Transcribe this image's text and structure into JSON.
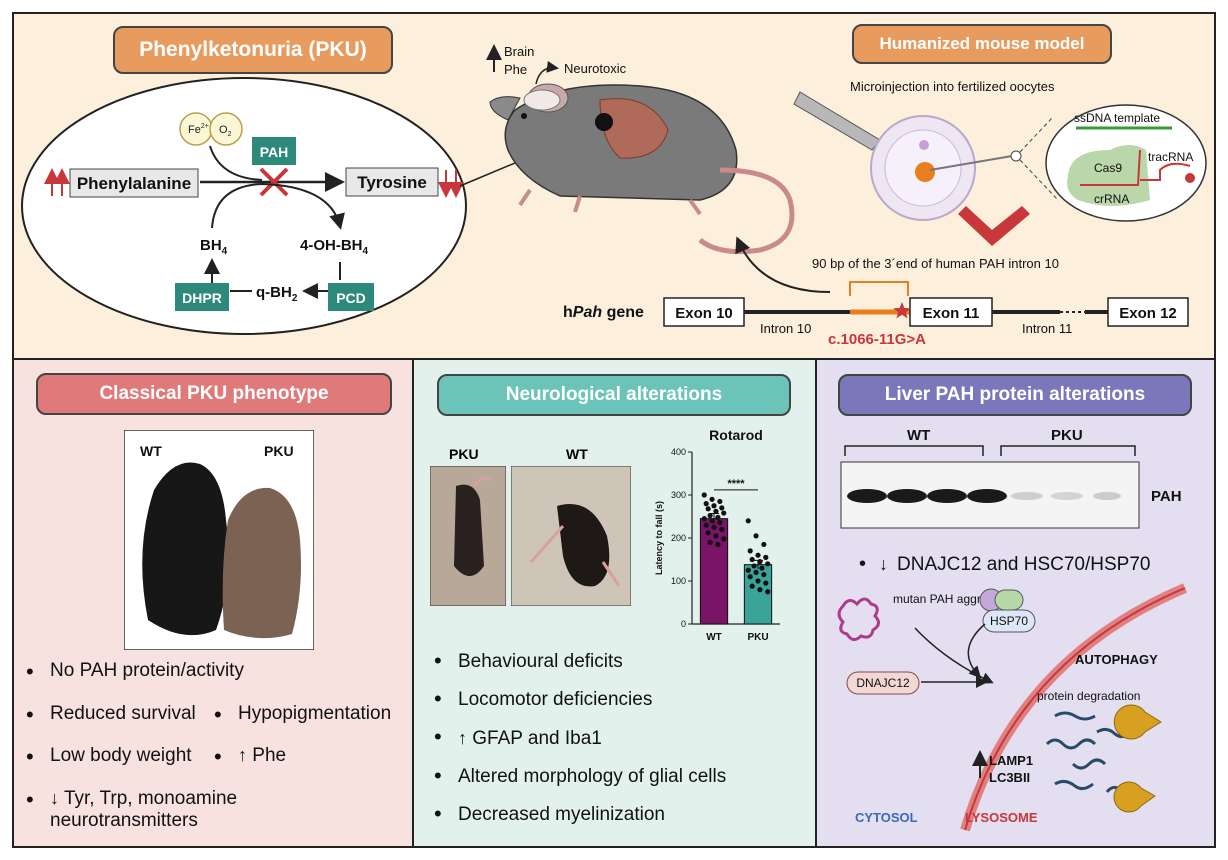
{
  "top": {
    "pku_title": "Phenylketonuria (PKU)",
    "humanized_title": "Humanized mouse model",
    "cofactor_fe": "Fe",
    "cofactor_fe_sup": "2+",
    "cofactor_o2": "O",
    "cofactor_o2_sub": "2",
    "pah_box": "PAH",
    "phenylalanine": "Phenylalanine",
    "tyrosine": "Tyrosine",
    "bh4": "BH",
    "bh4_sub": "4",
    "oh_bh4": "4-OH-BH",
    "oh_bh4_sub": "4",
    "qbh2": "q-BH",
    "qbh2_sub": "2",
    "dhpr": "DHPR",
    "pcd": "PCD",
    "brain": "Brain",
    "phe": "Phe",
    "neurotoxic": "Neurotoxic",
    "microinjection": "Microinjection into fertilized oocytes",
    "ssdna": "ssDNA template",
    "cas9": "Cas9",
    "tracrna": "tracRNA",
    "crrna": "crRNA",
    "intron_note": "90 bp of the 3´end of human PAH intron 10",
    "gene_label_h": "h",
    "gene_label_italic": "Pah",
    "gene_label_rest": " gene",
    "exon10": "Exon 10",
    "exon11": "Exon 11",
    "exon12": "Exon 12",
    "intron10": "Intron 10",
    "intron11": "Intron 11",
    "mutation": "c.1066-11G>A"
  },
  "classical": {
    "title": "Classical PKU phenotype",
    "photo_wt": "WT",
    "photo_pku": "PKU",
    "b1": "No PAH protein/activity",
    "b2a": "Reduced survival",
    "b2b": "Hypopigmentation",
    "b3a": "Low body weight",
    "b3b": "Phe",
    "b4": "Tyr, Trp, monoamine neurotransmitters"
  },
  "neuro": {
    "title": "Neurological alterations",
    "photo_pku": "PKU",
    "photo_wt": "WT",
    "b1": "Behavioural deficits",
    "b2": "Locomotor deficiencies",
    "b3": "GFAP and Iba1",
    "b4": "Altered morphology of glial cells",
    "b5": "Decreased myelinization"
  },
  "liver": {
    "title": "Liver PAH protein alterations",
    "blot_wt": "WT",
    "blot_pku": "PKU",
    "blot_band": "PAH",
    "dnajc_line": "DNAJC12 and HSC70/HSP70",
    "aggregates": "mutan PAH aggregates",
    "hsp70": "HSP70",
    "dnajc12": "DNAJC12",
    "autophagy": "AUTOPHAGY",
    "protein_deg": "protein degradation",
    "lamp1": "LAMP1",
    "lc3bii": "LC3BII",
    "cytosol": "CYTOSOL",
    "lysosome": "LYSOSOME"
  },
  "colors": {
    "top_bg": "#fcefdc",
    "classical_bg": "#f7e2e0",
    "neuro_bg": "#e2f1ec",
    "liver_bg": "#e3def0",
    "orange_pill": "#e89b5f",
    "red_pill": "#e07a7a",
    "teal_pill": "#6cc4b8",
    "purple_pill": "#7a78bb",
    "teal_box": "#2d8a7a",
    "red": "#c8373a",
    "wt_bar": "#7a1466",
    "pku_bar": "#3aa39a"
  },
  "chart_data": {
    "type": "bar",
    "title": "Rotarod",
    "categories": [
      "WT",
      "PKU"
    ],
    "values": [
      245,
      138
    ],
    "errors": [
      12,
      10
    ],
    "ylabel": "Latency to fall (s)",
    "xlabel": "",
    "ylim": [
      0,
      400
    ],
    "yticks": [
      0,
      100,
      200,
      300,
      400
    ],
    "significance": "****",
    "points": {
      "WT": [
        300,
        290,
        285,
        280,
        275,
        270,
        268,
        262,
        258,
        252,
        248,
        245,
        240,
        236,
        230,
        225,
        220,
        212,
        205,
        198,
        190,
        185
      ],
      "PKU": [
        240,
        205,
        185,
        170,
        160,
        155,
        150,
        145,
        140,
        135,
        130,
        125,
        120,
        115,
        110,
        100,
        95,
        88,
        80,
        75
      ]
    }
  }
}
